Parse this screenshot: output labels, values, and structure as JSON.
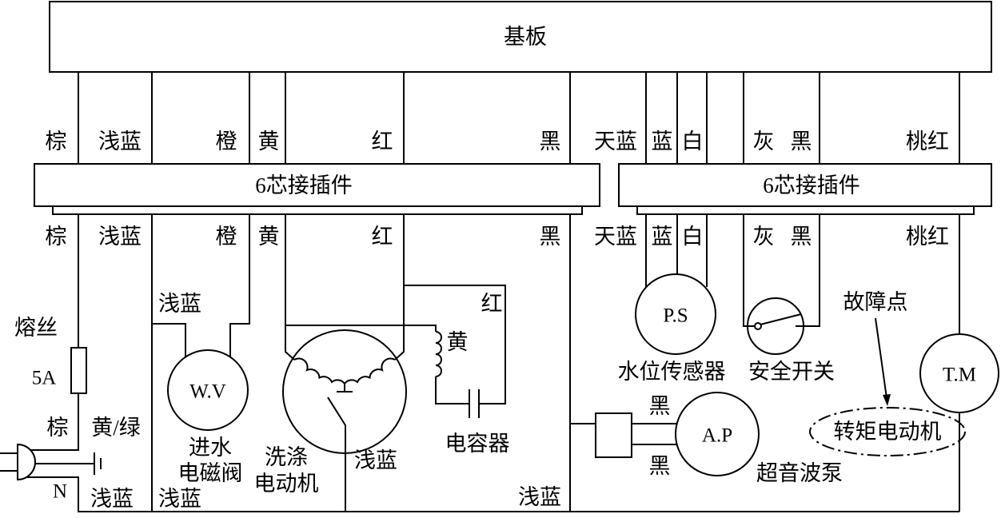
{
  "board": {
    "label": "基板"
  },
  "connectors": {
    "left": "6芯接插件",
    "right": "6芯接插件"
  },
  "wires_upper": [
    "棕",
    "浅蓝",
    "橙",
    "黄",
    "红",
    "黑",
    "天蓝",
    "蓝",
    "白",
    "灰",
    "黑",
    "桃红"
  ],
  "wires_lower": [
    "棕",
    "浅蓝",
    "橙",
    "黄",
    "红",
    "黑",
    "天蓝",
    "蓝",
    "白",
    "灰",
    "黑",
    "桃红"
  ],
  "power_input": {
    "fuse": {
      "label": "熔丝",
      "rating": "5A"
    },
    "live_wire": "棕",
    "ground_wire": "黄/绿",
    "neutral_terminal": "N",
    "neutral_wire": "浅蓝"
  },
  "inlet_valve": {
    "code": "W.V",
    "name": [
      "进水",
      "电磁阀"
    ],
    "lead_wire": "浅蓝",
    "return_wire": "浅蓝"
  },
  "wash_motor": {
    "name": [
      "洗涤",
      "电动机"
    ],
    "return_wire": "浅蓝",
    "coil_wire": "黄",
    "capacitor_wire": "红",
    "capacitor": "电容器"
  },
  "pump": {
    "code": "A.P",
    "name": "超音波泵",
    "lead_wires": [
      "黑",
      "黑"
    ],
    "return_wire": "浅蓝"
  },
  "level_sensor": {
    "code": "P.S",
    "name": "水位传感器"
  },
  "safety_switch": {
    "name": "安全开关"
  },
  "torque_motor": {
    "code": "T.M",
    "name": "转矩电动机",
    "fault_marker": "故障点"
  }
}
